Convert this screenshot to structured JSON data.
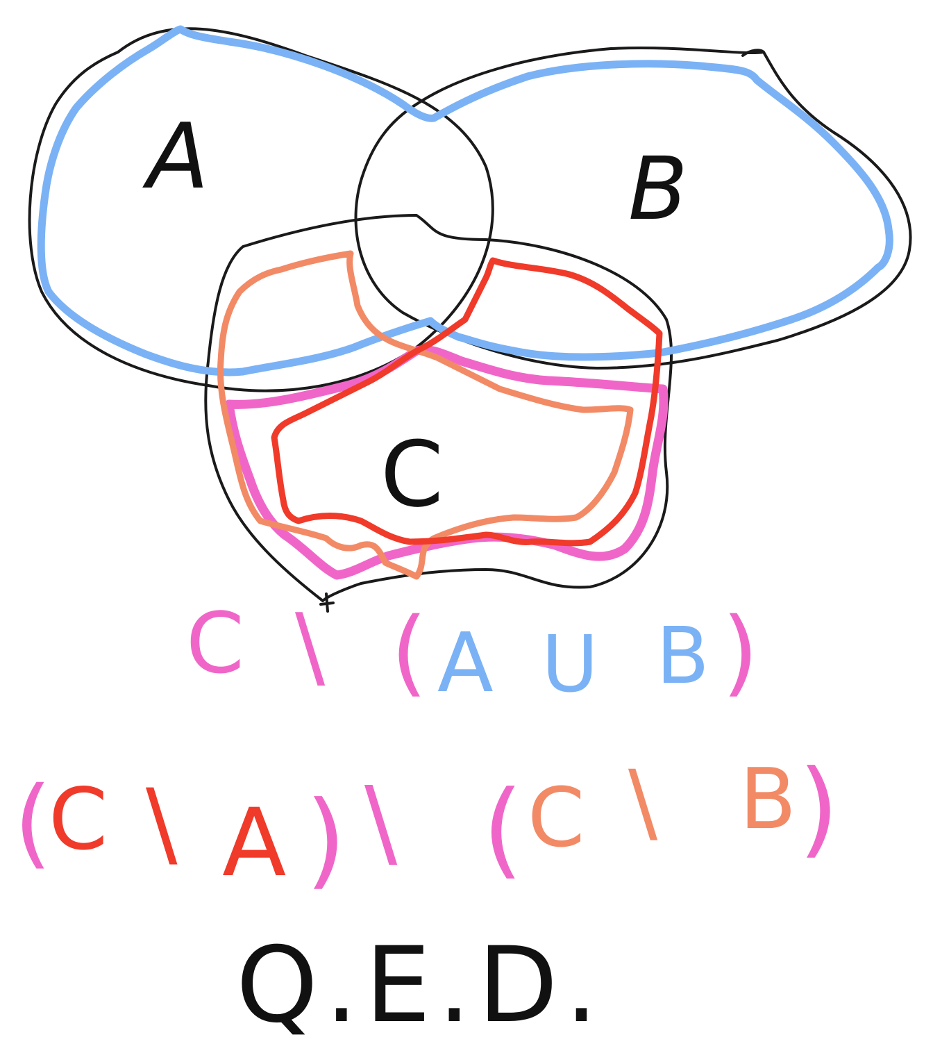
{
  "diagram": {
    "labels": {
      "a": "A",
      "b": "B",
      "c": "C"
    }
  },
  "formula1": {
    "c": "C",
    "setminus": "\\",
    "open_paren": "(",
    "a": "A",
    "union": "U",
    "b": "B",
    "close_paren": ")"
  },
  "formula2": {
    "open_paren_left": "(",
    "c_left": "C",
    "setminus_left": "\\",
    "a": "A",
    "close_paren_left": ")",
    "setminus_middle": "\\",
    "open_paren_right": "(",
    "c_right": "C",
    "setminus_right": "\\",
    "b": "B",
    "close_paren_right": ")"
  },
  "conclusion": {
    "text": "Q.E.D."
  },
  "colors": {
    "outline": "#1a1a1a",
    "union_ab": "#7ab2f5",
    "c_minus_union": "#f066c8",
    "c_minus_a": "#f03a2a",
    "c_minus_b": "#f28a66"
  }
}
